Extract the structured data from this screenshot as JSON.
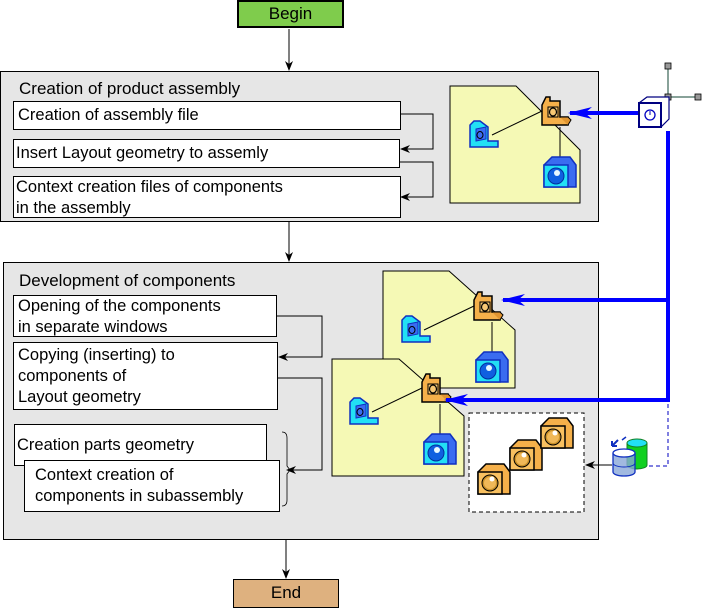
{
  "diagram": {
    "start": {
      "label": "Begin",
      "color": "#7fcc4c"
    },
    "end": {
      "label": "End",
      "color": "#deb17f"
    },
    "sections": [
      {
        "title": "Creation of product assembly",
        "steps": [
          "Creation of assembly file",
          "Insert Layout geometry to assemly",
          "Context creation files of components\nin the assembly"
        ]
      },
      {
        "title": "Development of components",
        "steps": [
          "Opening of the components\nin separate windows",
          "Copying (inserting) to\ncomponents of\nLayout geometry",
          "Creation parts geometry",
          "Context creation of\ncomponents in subassembly"
        ]
      }
    ],
    "icons": {
      "assembly_tree": "assembly-tree-icon",
      "layout_geometry": "layout-geometry-cube-icon",
      "parts_group": "parts-group-icon",
      "database": "database-icon"
    },
    "colors": {
      "section_bg": "#e6e6e6",
      "tree_panel_bg": "#f5f9b5",
      "link_blue": "#0000ff",
      "orange_part": "#f5b04a",
      "blue_part": "#3a6cf0",
      "cyan_part": "#22e0f5"
    }
  }
}
